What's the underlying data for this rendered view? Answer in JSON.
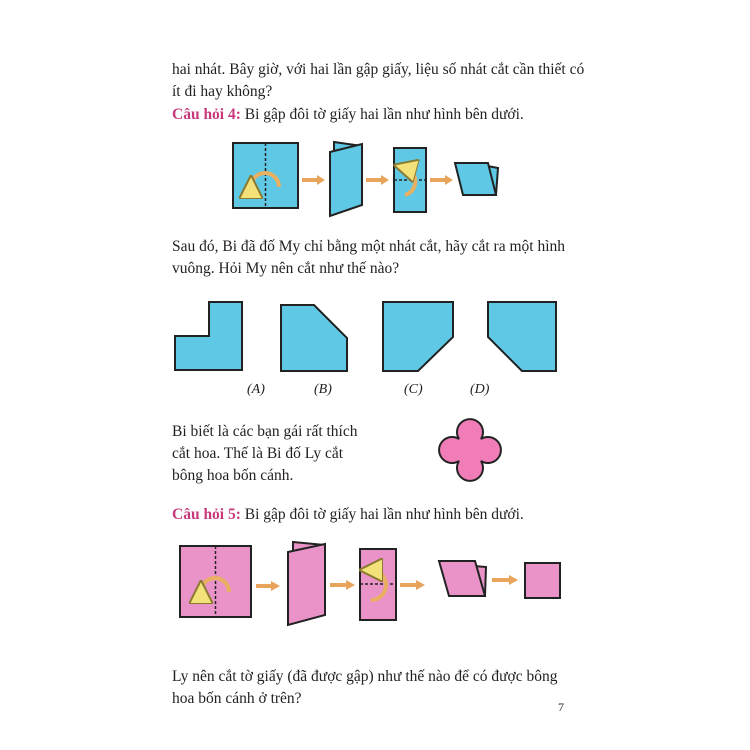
{
  "intro": {
    "line1": "hai nhát. Bây giờ, với hai lần gập giấy, liệu số nhát cắt cần thiết có",
    "line2": "ít đi hay không?"
  },
  "question4": {
    "label": "Câu hỏi 4:",
    "text": " Bi gập đôi tờ giấy hai lần như hình bên dưới."
  },
  "q4_follow": {
    "line1": "Sau đó, Bi đã đố My chỉ bằng một nhát cắt, hãy cắt ra một hình",
    "line2": "vuông. Hỏi My nên cắt như thế nào?"
  },
  "options": [
    "(A)",
    "(B)",
    "(C)",
    "(D)"
  ],
  "flower_text": {
    "line1": "Bi biết là các bạn gái rất thích",
    "line2": "cắt hoa. Thế là Bi đố Ly cắt",
    "line3": "bông hoa bốn cánh."
  },
  "question5": {
    "label": "Câu hỏi 5:",
    "text": " Bi gập đôi tờ giấy hai lần như hình bên dưới."
  },
  "q5_follow": {
    "line1": "Ly nên cắt tờ giấy (đã được gập) như thế nào để có được bông",
    "line2": "hoa bốn cánh ở trên?"
  },
  "page_number": "7",
  "colors": {
    "blue": "#5ec8e5",
    "pink": "#ea93c8",
    "flower": "#f07cb8",
    "accent": "#c83a7c",
    "arrow": "#e8a45a"
  }
}
